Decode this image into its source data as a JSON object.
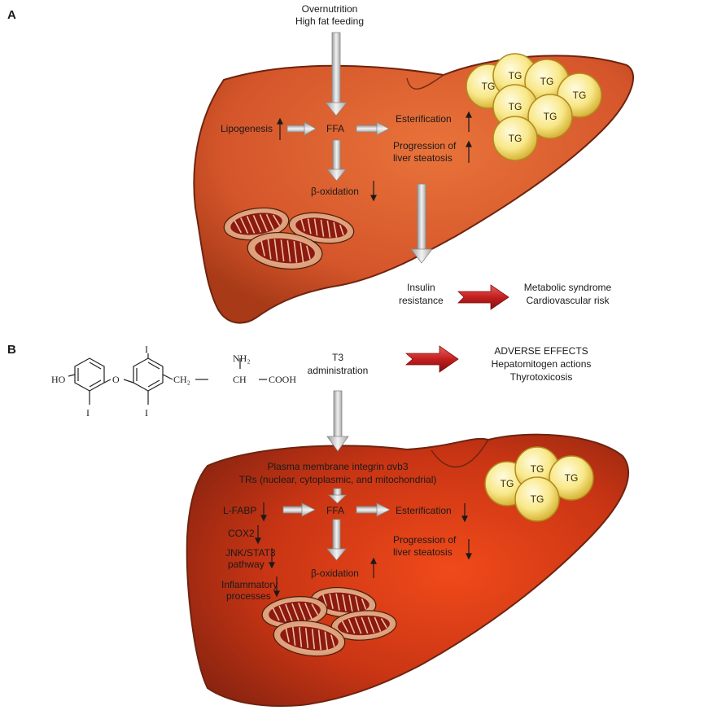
{
  "panel_a": {
    "letter": "A",
    "top_line1": "Overnutrition",
    "top_line2": "High fat feeding",
    "lipogenesis": "Lipogenesis",
    "ffa": "FFA",
    "esterification": "Esterification",
    "progression_line1": "Progression of",
    "progression_line2": "liver steatosis",
    "beta_oxidation": "β-oxidation",
    "insulin_line1": "Insulin",
    "insulin_line2": "resistance",
    "outcome_line1": "Metabolic syndrome",
    "outcome_line2": "Cardiovascular risk",
    "tg_label": "TG"
  },
  "panel_b": {
    "letter": "B",
    "t3_line1": "T3",
    "t3_line2": "administration",
    "adverse_line1": "ADVERSE EFFECTS",
    "adverse_line2": "Hepatomitogen actions",
    "adverse_line3": "Thyrotoxicosis",
    "integrin": "Plasma membrane integrin αvb3",
    "trs": "TRs (nuclear, cytoplasmic, and mitochondrial)",
    "lfabp": "L-FABP",
    "cox2": "COX2",
    "jnk_line1": "JNK/STAT3",
    "jnk_line2": "pathway",
    "inflam_line1": "Inflammatory",
    "inflam_line2": "processes",
    "ffa": "FFA",
    "esterification": "Esterification",
    "progression_line1": "Progression of",
    "progression_line2": "liver steatosis",
    "beta_oxidation": "β-oxidation",
    "tg_label": "TG",
    "chem": {
      "ho": "HO",
      "o": "O",
      "i": "I",
      "nh2": "NH₂",
      "ch2": "CH₂",
      "ch": "CH",
      "cooh": "COOH"
    }
  },
  "colors": {
    "liver_a": "#d9572a",
    "liver_b": "#c73a1c",
    "liver_edge": "#6e2410",
    "tg_fill": "#f7e27a",
    "red_arrow": "#c41f1f"
  }
}
